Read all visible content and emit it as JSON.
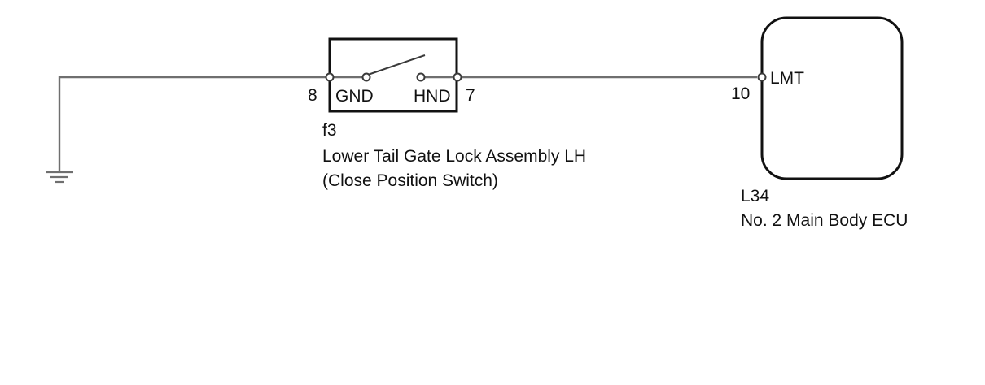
{
  "switch": {
    "code": "f3",
    "name": "Lower Tail Gate Lock Assembly LH",
    "subname": "(Close Position Switch)",
    "pin_left": "8",
    "pin_right": "7",
    "term_left": "GND",
    "term_right": "HND"
  },
  "ecu": {
    "code": "L34",
    "name": "No. 2 Main Body ECU",
    "pin": "10",
    "terminal": "LMT"
  },
  "colors": {
    "wire": "#6f6f6f",
    "outline": "#111111",
    "text": "#111111"
  }
}
